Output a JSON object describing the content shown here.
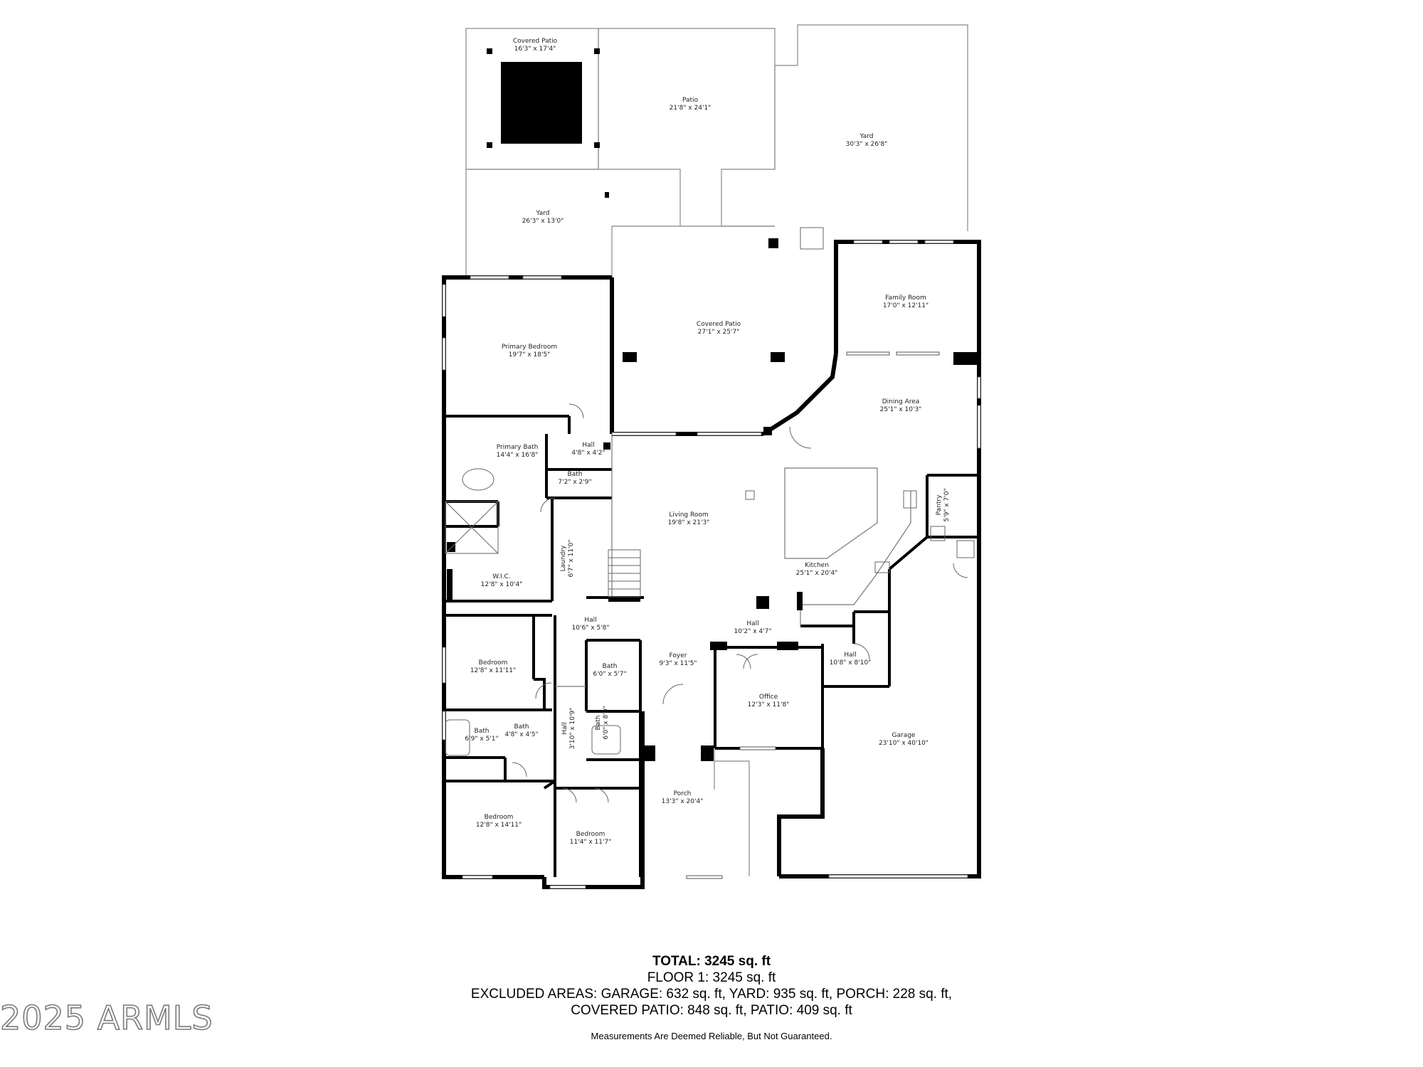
{
  "rooms": {
    "covered_patio_top": {
      "name": "Covered Patio",
      "dims": "16'3\" x 17'4\""
    },
    "patio": {
      "name": "Patio",
      "dims": "21'8\" x 24'1\""
    },
    "yard_right": {
      "name": "Yard",
      "dims": "30'3\" x 26'8\""
    },
    "yard_left": {
      "name": "Yard",
      "dims": "26'3\" x 13'0\""
    },
    "covered_patio_main": {
      "name": "Covered Patio",
      "dims": "27'1\" x 25'7\""
    },
    "family_room": {
      "name": "Family Room",
      "dims": "17'0\" x 12'11\""
    },
    "primary_bedroom": {
      "name": "Primary Bedroom",
      "dims": "19'7\" x 18'5\""
    },
    "dining_area": {
      "name": "Dining Area",
      "dims": "25'1\" x 10'3\""
    },
    "primary_bath": {
      "name": "Primary Bath",
      "dims": "14'4\" x 16'8\""
    },
    "hall_1": {
      "name": "Hall",
      "dims": "4'8\" x 4'2\""
    },
    "bath_1": {
      "name": "Bath",
      "dims": "7'2\" x 2'9\""
    },
    "living_room": {
      "name": "Living Room",
      "dims": "19'8\" x 21'3\""
    },
    "pantry": {
      "name": "Pantry",
      "dims": "5'9\" x 7'0\""
    },
    "laundry": {
      "name": "Laundry",
      "dims": "6'7\" x 11'0\""
    },
    "kitchen": {
      "name": "Kitchen",
      "dims": "25'1\" x 20'4\""
    },
    "wic": {
      "name": "W.I.C.",
      "dims": "12'8\" x 10'4\""
    },
    "hall_2": {
      "name": "Hall",
      "dims": "10'6\" x 5'8\""
    },
    "hall_3": {
      "name": "Hall",
      "dims": "10'2\" x 4'7\""
    },
    "foyer": {
      "name": "Foyer",
      "dims": "9'3\" x 11'5\""
    },
    "hall_4": {
      "name": "Hall",
      "dims": "10'8\" x 8'10\""
    },
    "bedroom_1": {
      "name": "Bedroom",
      "dims": "12'8\" x 11'11\""
    },
    "bath_2": {
      "name": "Bath",
      "dims": "6'0\" x 5'7\""
    },
    "office": {
      "name": "Office",
      "dims": "12'3\" x 11'8\""
    },
    "bath_3": {
      "name": "Bath",
      "dims": "6'9\" x 5'1\""
    },
    "bath_4": {
      "name": "Bath",
      "dims": "4'8\" x 4'5\""
    },
    "hall_5": {
      "name": "Hall",
      "dims": "3'10\" x 10'9\""
    },
    "bath_5": {
      "name": "Bath",
      "dims": "6'0\" x 8'0\""
    },
    "garage": {
      "name": "Garage",
      "dims": "23'10\" x 40'10\""
    },
    "porch": {
      "name": "Porch",
      "dims": "13'3\" x 20'4\""
    },
    "bedroom_2": {
      "name": "Bedroom",
      "dims": "12'8\" x 14'11\""
    },
    "bedroom_3": {
      "name": "Bedroom",
      "dims": "11'4\" x 11'7\""
    }
  },
  "summary": {
    "total": "TOTAL: 3245 sq. ft",
    "floor": "FLOOR 1: 3245 sq. ft",
    "excluded_line1": "EXCLUDED AREAS: GARAGE: 632 sq. ft, YARD: 935 sq. ft, PORCH: 228 sq. ft,",
    "excluded_line2": "COVERED PATIO: 848 sq. ft, PATIO: 409 sq. ft"
  },
  "disclaimer": "Measurements Are Deemed Reliable, But Not Guaranteed.",
  "watermark": "2025 ARMLS"
}
